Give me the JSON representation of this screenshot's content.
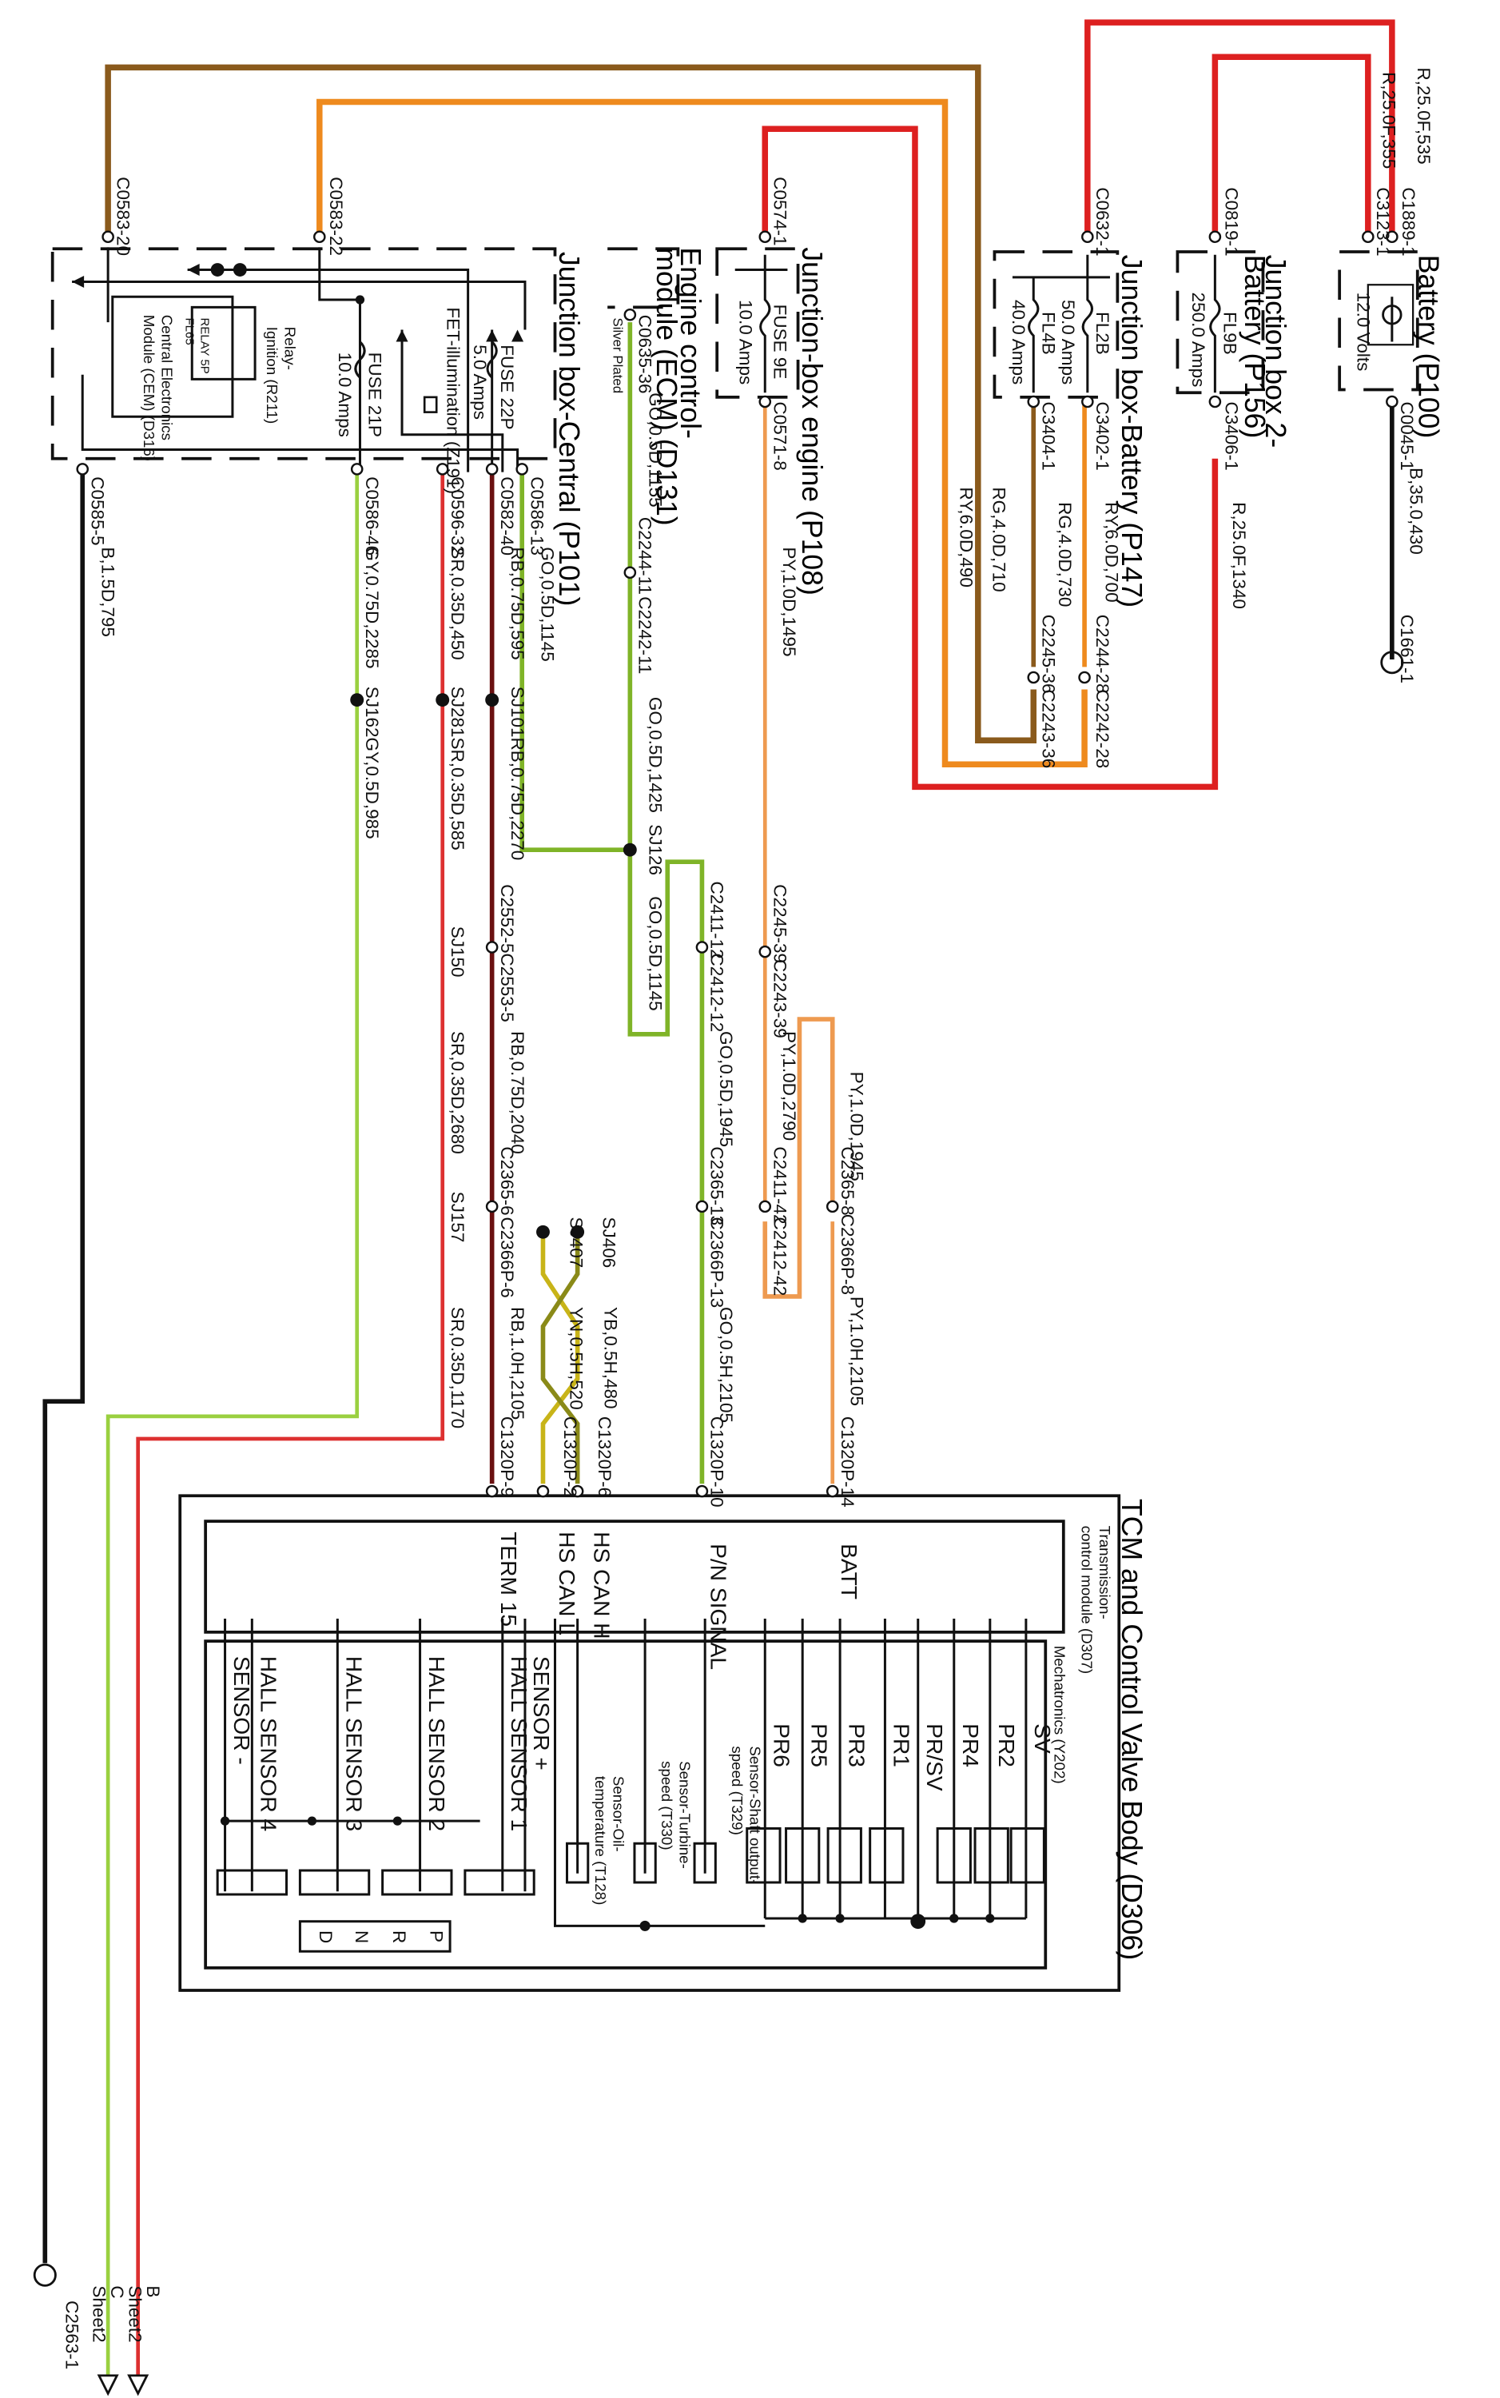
{
  "diagram": {
    "modules": {
      "battery": {
        "title": "Battery (P100)",
        "voltage": "12.0 Volts"
      },
      "jb2": {
        "title1": "Junction box 2-",
        "title2": "Battery (P156)",
        "fuse": "FL9B",
        "rating": "250.0 Amps"
      },
      "jbb": {
        "title": "Junction box-Battery (P147)",
        "fuse1": "FL2B",
        "rating1": "50.0 Amps",
        "fuse2": "FL4B",
        "rating2": "40.0 Amps"
      },
      "jbe": {
        "title": "Junction-box engine (P108)",
        "fuse": "FUSE 9E",
        "rating": "10.0 Amps"
      },
      "ecm": {
        "title1": "Engine control-",
        "title2": "module (ECM) (D131)",
        "note": "Silver Plated"
      },
      "jbc": {
        "title": "Junction box-Central (P101)",
        "fuse22": "FUSE 22P",
        "fuse22rating": "5.0 Amps",
        "fet": "FET-illumination (Z191)",
        "fuse21": "FUSE 21P",
        "fuse21rating": "10.0 Amps",
        "relay": "Relay-",
        "relay2": "Ignition (R211)",
        "relaylabel": "RELAY 5P",
        "relaylabel2": "FL65",
        "cem1": "Central Electronics",
        "cem2": "Module (CEM) (D316)"
      },
      "tcm": {
        "title": "TCM and Control Valve Body (D306)",
        "inner1": "Transmission-",
        "inner2": "control module (D307)",
        "mech": "Mechatronics (Y202)",
        "pins": [
          "BATT",
          "P/N SIGNAL",
          "HS CAN H",
          "HS CAN L",
          "TERM 15"
        ],
        "solenoids": [
          "SV",
          "PR2",
          "PR4",
          "PR/SV",
          "PR1",
          "PR3",
          "PR5",
          "PR6"
        ],
        "hall": [
          "SENSOR -",
          "HALL SENSOR 4",
          "HALL SENSOR 3",
          "HALL SENSOR 2",
          "HALL SENSOR 1",
          "SENSOR +"
        ],
        "speed1": [
          "Sensor-Shaft output-",
          "speed (T329)"
        ],
        "speed2": [
          "Sensor-Turbine-",
          "speed (T330)"
        ],
        "temp": [
          "Sensor-Oil-",
          "temperature (T128)"
        ],
        "gears": [
          "D",
          "N",
          "R",
          "P"
        ]
      }
    },
    "connectors": [
      "C1889-1",
      "C3123-1",
      "C0819-1",
      "C0632-1",
      "C0574-1",
      "C0583-22",
      "C0583-20",
      "C0045-1",
      "C1661-1",
      "C3406-1",
      "C3402-1",
      "C3404-1",
      "C0571-8",
      "C0635-36",
      "C0586-13",
      "C0582-40",
      "C0596-32",
      "C0586-46",
      "C0585-5",
      "C2244-11",
      "C2242-11",
      "C2244-28",
      "C2242-28",
      "C2245-36",
      "C2243-36",
      "C2245-39",
      "C2243-39",
      "C2411-12",
      "C2412-12",
      "C2552-5",
      "C2553-5",
      "C2411-42",
      "C2412-42",
      "C2365-8",
      "C2366P-8",
      "C2365-13",
      "C2366P-13",
      "C2365-6",
      "C2366P-6",
      "C1320P-14",
      "C1320P-10",
      "C1320P-6",
      "C1320P-2",
      "C1320P-9",
      "C2563-1"
    ],
    "splices": [
      "SJ126",
      "SJ101",
      "SJ281",
      "SJ162",
      "SJ150",
      "SJ157",
      "SJ406",
      "SJ407"
    ],
    "wires": [
      "R,25.0F,535",
      "R,25.0F,355",
      "RY,6.0D,490",
      "RG,4.0D,710",
      "RY,6.0D,700",
      "RG,4.0D,730",
      "R,25.0F,1340",
      "B,35.0,430",
      "PY,1.0D,1495",
      "GO,0.5D,1155",
      "GO,0.5D,1145",
      "RB,0.75D,595",
      "SR,0.35D,450",
      "GY,0.75D,2285",
      "B,1.5D,795",
      "GO,0.5D,1425",
      "RB,0.75D,2270",
      "SR,0.35D,585",
      "GY,0.5D,985",
      "GO,0.5D,1145",
      "GO,0.5D,1945",
      "PY,1.0D,2790",
      "PY,1.0D,1945",
      "RB,0.75D,2040",
      "SR,0.35D,2680",
      "GO,0.5H,2105",
      "PY,1.0H,2105",
      "RB,1.0H,2105",
      "SR,0.35D,1170",
      "YB,0.5H,480",
      "YN,0.5H,520"
    ],
    "offsheet": [
      "C",
      "Sheet2",
      "B",
      "Sheet2"
    ]
  },
  "colors": {
    "red": "#dd2020",
    "brown": "#8a5a1c",
    "orange": "#ee8a1e",
    "green": "#7fb428",
    "black": "#111111",
    "darkred": "#6a1010",
    "yellow": "#d8c830"
  }
}
